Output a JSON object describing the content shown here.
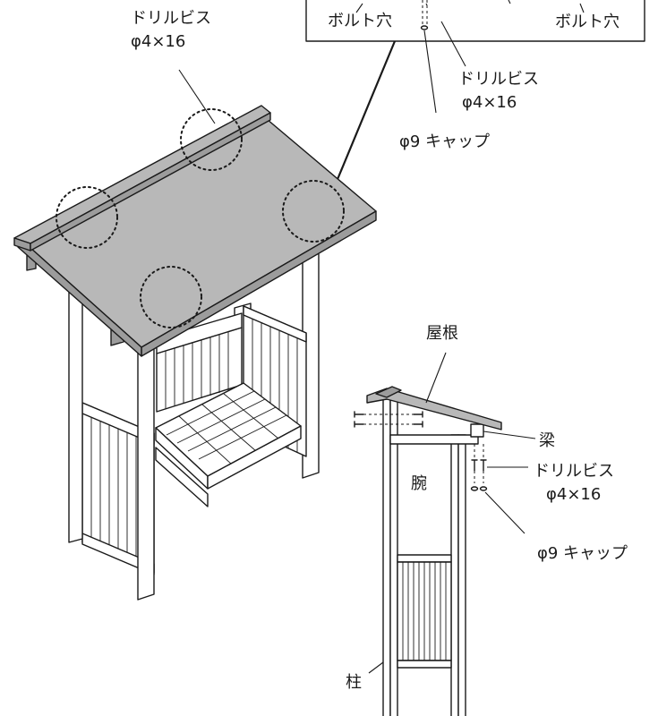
{
  "labels": {
    "drill_screw_top": "ドリルビス",
    "drill_screw_top_size": "φ4×16",
    "bolt_hole_left": "ボルト穴",
    "bolt_hole_right": "ボルト穴",
    "drill_screw_mid": "ドリルビス",
    "drill_screw_mid_size": "φ4×16",
    "cap_mid": "φ9 キャップ",
    "roof": "屋根",
    "beam": "梁",
    "arm": "腕",
    "drill_screw_side": "ドリルビス",
    "drill_screw_side_size": "φ4×16",
    "cap_side": "φ9 キャップ",
    "post": "柱"
  }
}
